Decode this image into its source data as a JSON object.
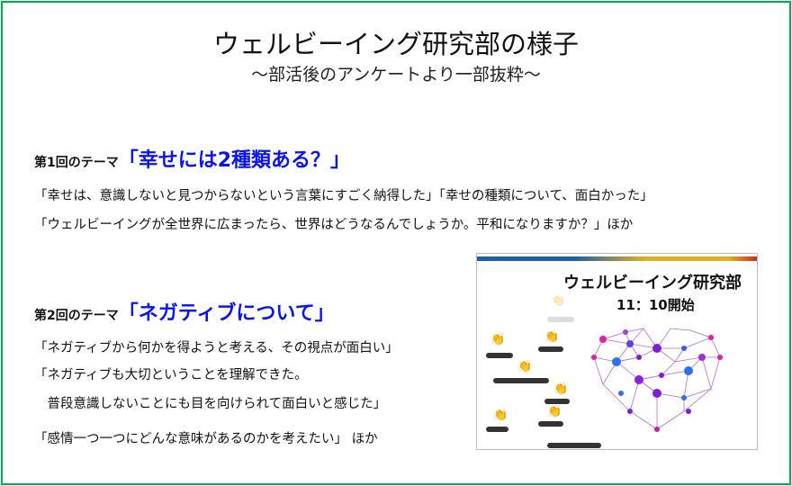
{
  "title": "ウェルビーイング研究部の様子",
  "subtitle": "～部活後のアンケートより一部抜粋～",
  "sessions": [
    {
      "label": "第1回のテーマ",
      "theme": "「幸せには2種類ある？」",
      "lines": [
        "「幸せは、意識しないと見つからないという言葉にすごく納得した」「幸せの種類について、面白かった」",
        "「ウェルビーイングが全世界に広まったら、世界はどうなるんでしょうか。平和になりますか？」ほか"
      ]
    },
    {
      "label": "第2回のテーマ",
      "theme": "「ネガティブについて」",
      "lines": [
        "「ネガティブから何かを得ようと考える、その視点が面白い」",
        "「ネガティブも大切ということを理解できた。",
        "　普段意識しないことにも目を向けられて面白いと感じた」",
        "「感情一つ一つにどんな意味があるのかを考えたい」 ほか"
      ]
    }
  ],
  "screenshot": {
    "title": "ウェルビーイング研究部",
    "time": "11：10開始"
  },
  "colors": {
    "border": "#00b050",
    "theme": "#0a14f0"
  }
}
